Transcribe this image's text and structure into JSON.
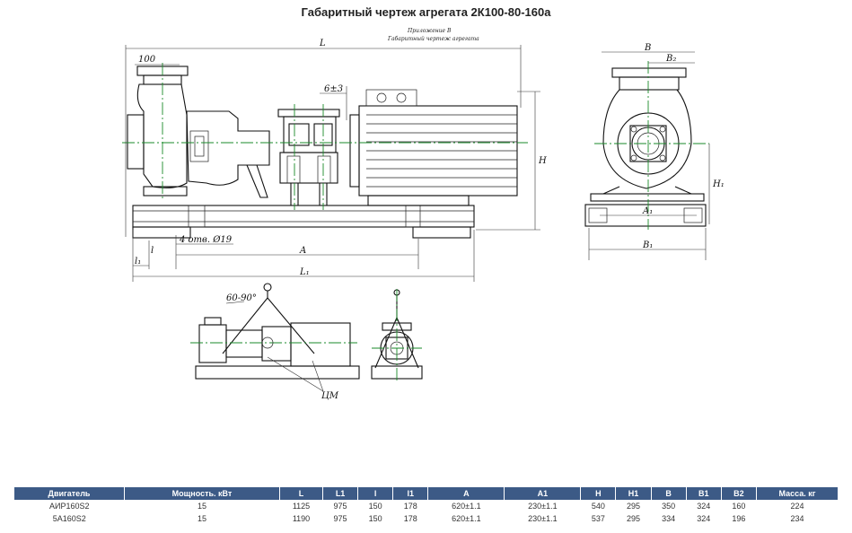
{
  "title": "Габаритный чертеж агрегата 2К100-80-160а",
  "drawing": {
    "note_line1": "Приложение В",
    "note_line2": "Габаритный чертеж агрегата",
    "labels": {
      "L": "L",
      "l": "l",
      "l1": "l₁",
      "L1": "L₁",
      "A": "A",
      "H": "H",
      "H1": "H₁",
      "B": "B",
      "B2": "B₂",
      "A1": "A₁",
      "B1": "B₁",
      "d100": "100",
      "gap": "6±3",
      "holes": "4 отв. Ø19",
      "angle": "60-90°",
      "cm": "ЦМ"
    }
  },
  "table": {
    "headers": [
      "Двигатель",
      "Мощность. кВт",
      "L",
      "L1",
      "l",
      "l1",
      "A",
      "A1",
      "H",
      "H1",
      "B",
      "B1",
      "B2",
      "Масса. кг"
    ],
    "rows": [
      [
        "АИР160S2",
        "15",
        "1125",
        "975",
        "150",
        "178",
        "620±1.1",
        "230±1.1",
        "540",
        "295",
        "350",
        "324",
        "160",
        "224"
      ],
      [
        "5А160S2",
        "15",
        "1190",
        "975",
        "150",
        "178",
        "620±1.1",
        "230±1.1",
        "537",
        "295",
        "334",
        "324",
        "196",
        "234"
      ]
    ]
  }
}
